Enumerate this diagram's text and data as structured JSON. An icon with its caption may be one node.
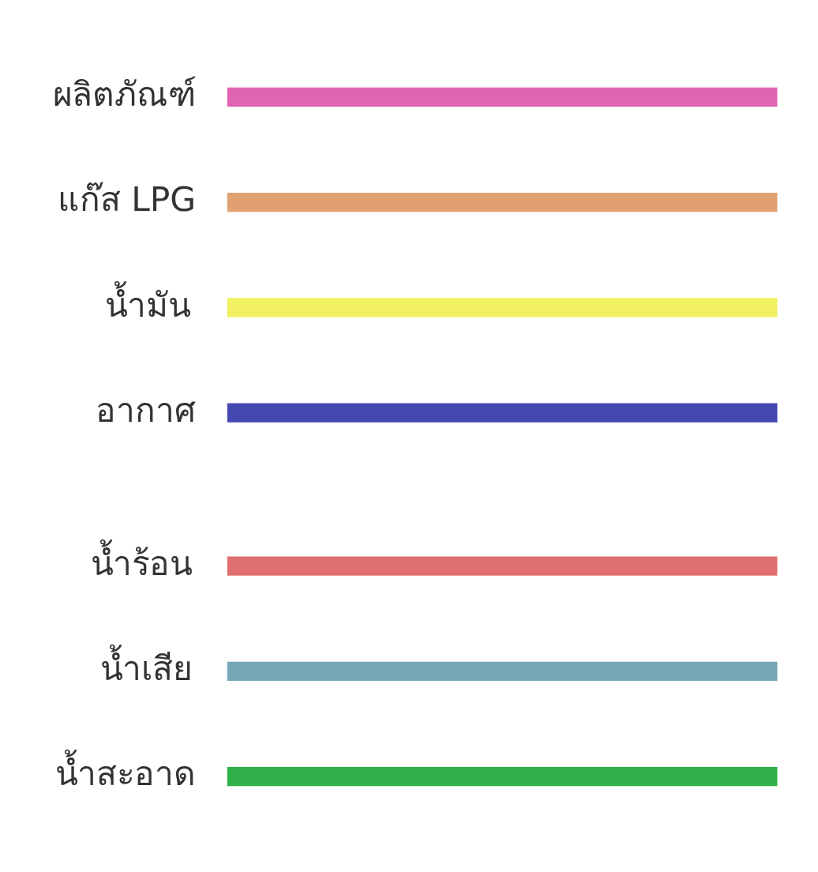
{
  "diagram": {
    "legend": [
      {
        "text": "ผลิตภัณฑ์",
        "color": "#e064b4"
      },
      {
        "text": "แก๊ส LPG",
        "color": "#e0a070"
      },
      {
        "text": "น้ำมัน",
        "color": "#f0f060"
      },
      {
        "text": "อากาศ",
        "color": "#4448b0"
      },
      {
        "text": "น้ำร้อน",
        "color": "#e07070"
      },
      {
        "text": "น้ำเสีย",
        "color": "#78a8b8"
      },
      {
        "text": "น้ำสะอาด",
        "color": "#30b048"
      }
    ]
  }
}
